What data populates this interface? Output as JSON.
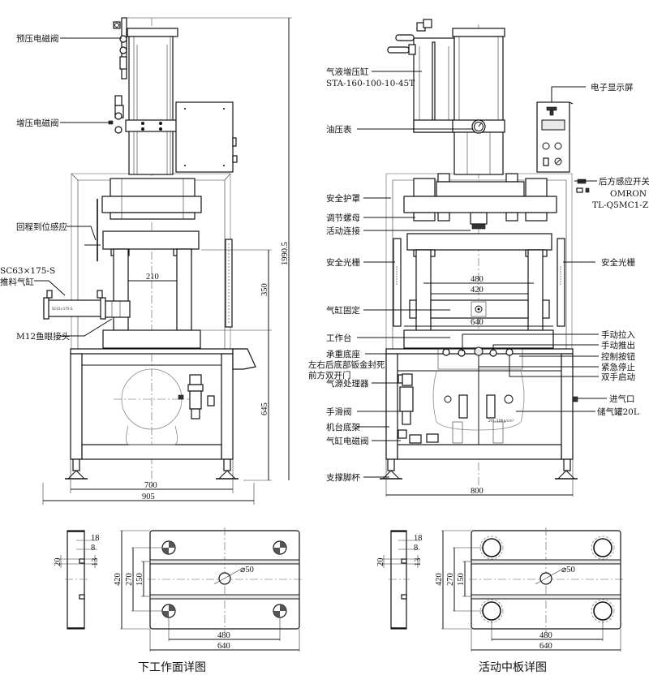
{
  "left_view": {
    "labels": {
      "preload_valve": "预压电磁阀",
      "boost_valve": "增压电磁阀",
      "return_sensor": "回程到位感应",
      "push_cylinder_model": "SC63×175-S",
      "push_cylinder": "推料气缸",
      "fish_eye_joint": "M12鱼眼接头",
      "cylinder_marking": "SC63×175-S"
    },
    "dimensions": {
      "column_gap": "210",
      "stroke_height": "350",
      "table_height": "645",
      "total_height": "1990.5",
      "frame_width": "700",
      "overall_width": "905"
    }
  },
  "right_view": {
    "labels": {
      "booster_cylinder": "气液增压缸",
      "booster_model": "STA-160-100-10-45T",
      "oil_gauge": "油压表",
      "display": "电子显示屏",
      "rear_sensor": "后方感应开关",
      "rear_sensor_brand": "OMRON",
      "rear_sensor_model": "TL-Q5MC1-Z",
      "safety_cover": "安全护罩",
      "adjust_nut": "调节螺母",
      "floating_joint": "活动连接",
      "light_curtain_left": "安全光栅",
      "light_curtain_right": "安全光栅",
      "cylinder_mount": "气缸固定",
      "worktable": "工作台",
      "base_seat": "承重底座",
      "panel_note_1": "左右后底部钣金封死",
      "panel_note_2": "前方双开门",
      "air_unit": "气源处理器",
      "hand_valve": "手滑阀",
      "frame": "机台底架",
      "cylinder_valve": "气缸电磁阀",
      "foot_cup": "支撑脚杯",
      "manual_in": "手动拉入",
      "manual_out": "手动推出",
      "control_button": "控制按钮",
      "emergency_stop": "紧急停止",
      "two_hand_start": "双手启动",
      "air_inlet": "进气口",
      "air_tank": "储气罐20L",
      "tank_marking": "20L-10Kg/cm²"
    },
    "dimensions": {
      "inner_480": "480",
      "inner_420": "420",
      "table_640": "640",
      "overall_800": "800"
    }
  },
  "lower_plate": {
    "caption": "下工作面详图",
    "side_dims": {
      "d18": "18",
      "d8": "8",
      "d20": "20",
      "d13": "13"
    },
    "dims": {
      "height": "420",
      "hole_pitch_v": "270",
      "slot_pitch": "150",
      "center_hole": "⌀50",
      "hole_pitch_h": "480",
      "width": "640"
    }
  },
  "middle_plate": {
    "caption": "活动中板详图",
    "side_dims": {
      "d18": "18",
      "d8": "8",
      "d20": "20",
      "d13": "13"
    },
    "dims": {
      "height": "420",
      "hole_pitch_v": "270",
      "slot_pitch": "150",
      "center_hole": "⌀50",
      "hole_pitch_h": "480",
      "width": "640"
    }
  }
}
